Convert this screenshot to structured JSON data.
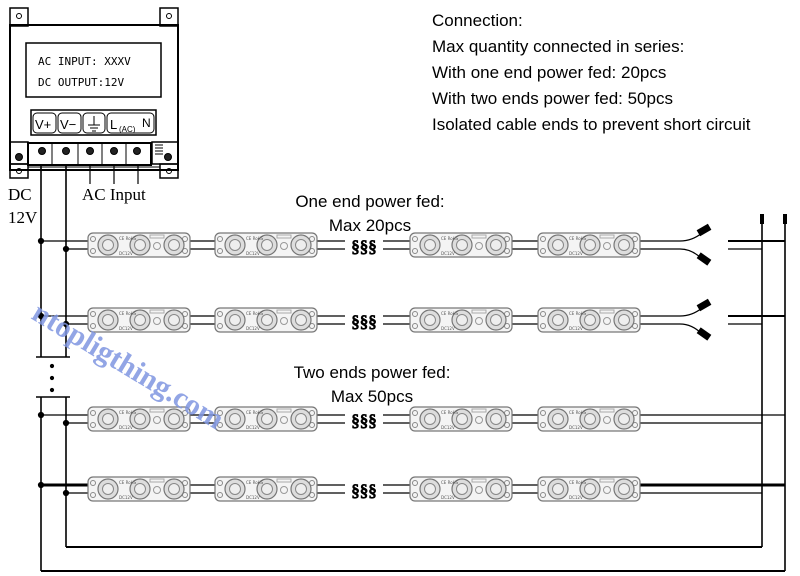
{
  "power_supply": {
    "display_line1": "AC INPUT: XXXV",
    "display_line2": "DC OUTPUT:12V",
    "terminals": [
      "V+",
      "V−",
      "⏚",
      "L",
      "(AC)",
      "N"
    ]
  },
  "labels": {
    "dc": "DC",
    "dc_voltage": "12V",
    "ac_input": "AC Input"
  },
  "notes": {
    "lines": [
      "Connection:",
      "Max quantity connected in series:",
      "With one end power fed: 20pcs",
      "With two ends power fed: 50pcs",
      "Isolated cable ends to prevent short circuit"
    ]
  },
  "sections": {
    "one_end_title": "One end power fed:",
    "one_end_max": "Max 20pcs",
    "two_end_title": "Two ends power fed:",
    "two_end_max": "Max 50pcs"
  },
  "module": {
    "mark_top": "CE RoHS",
    "mark_bottom": "DC12V"
  },
  "continuation_symbol": "§§§",
  "watermark": "ntopligthing.com",
  "colors": {
    "line": "#000000",
    "module_fill": "#f4f4f4",
    "module_stroke": "#777777",
    "watermark": "#7f95e0"
  }
}
